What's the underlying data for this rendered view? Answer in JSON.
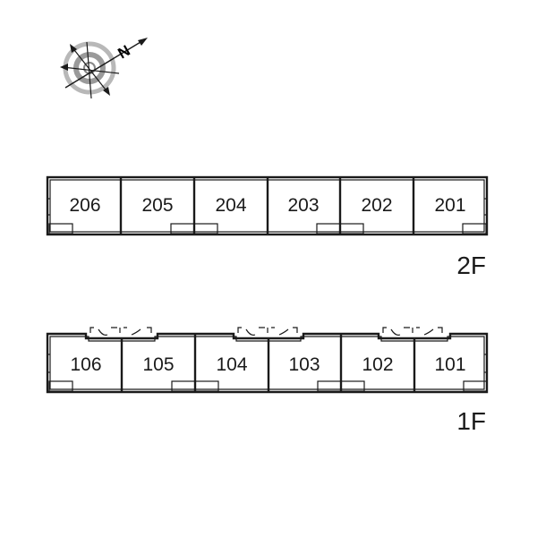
{
  "compass": {
    "north_label": "N"
  },
  "floors": [
    {
      "label": "2F",
      "units": [
        "206",
        "205",
        "204",
        "203",
        "202",
        "201"
      ]
    },
    {
      "label": "1F",
      "units": [
        "106",
        "105",
        "104",
        "103",
        "102",
        "101"
      ]
    }
  ]
}
